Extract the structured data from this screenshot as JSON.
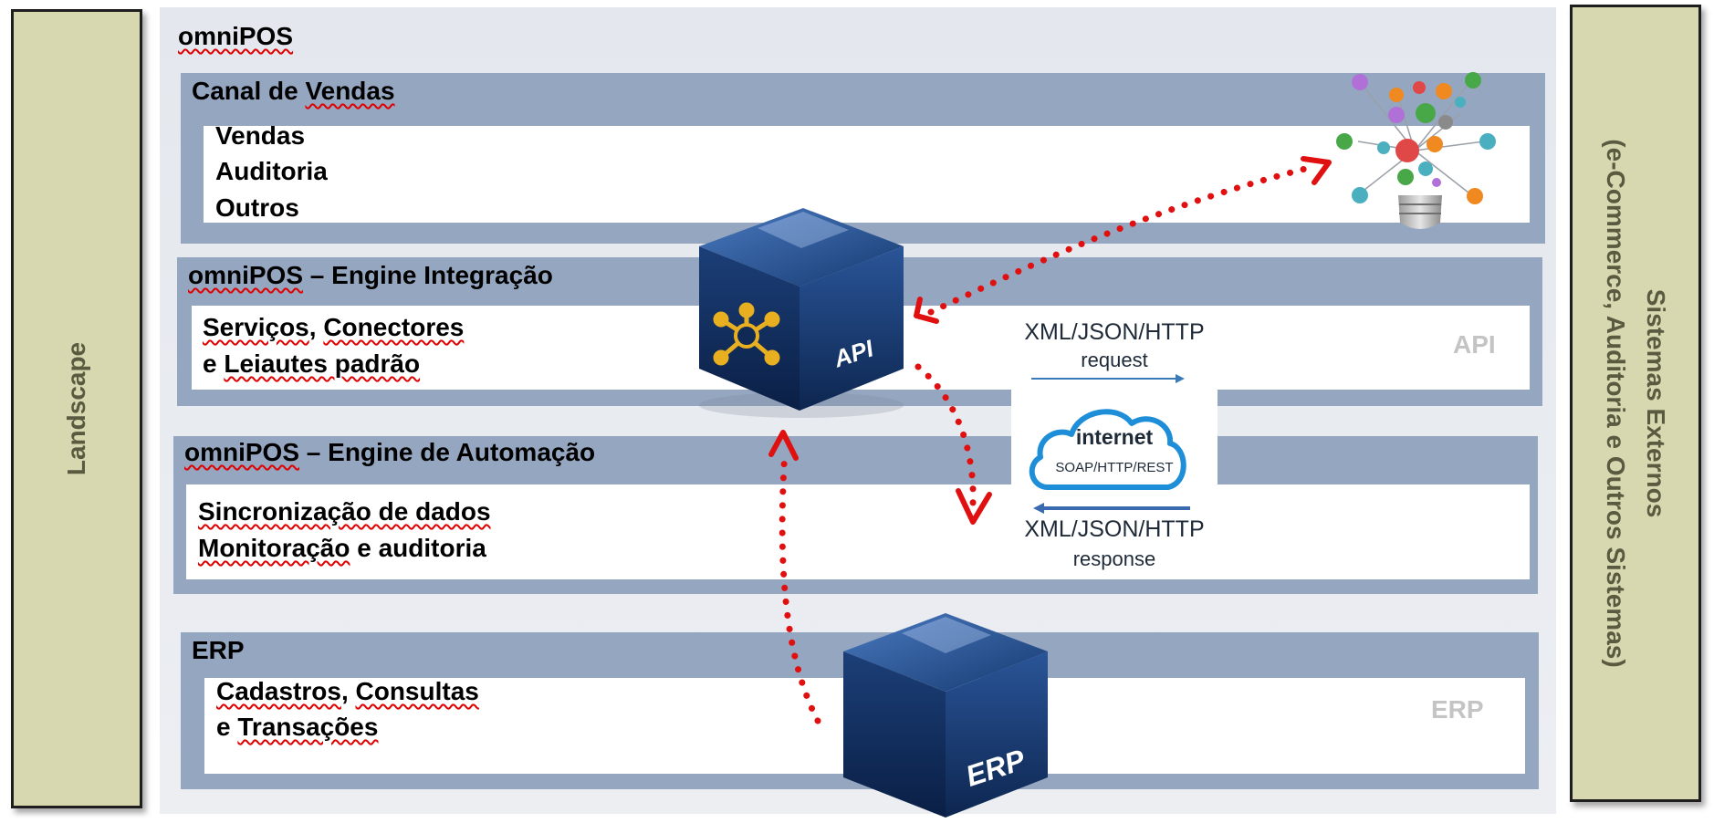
{
  "left_panel": {
    "label": "Landscape"
  },
  "right_panel": {
    "line1": "Sistemas Externos",
    "line2": "(e-Commerce, Auditoria e Outros Sistemas)"
  },
  "omnipos": {
    "title": "omniPOS"
  },
  "canal": {
    "title_word1": "Canal de",
    "title_word2": "Vendas",
    "items": [
      "Vendas",
      "Auditoria",
      "Outros"
    ]
  },
  "integracao": {
    "title_word1": "omniPOS",
    "title_rest": " – Engine Integração",
    "line1_a": "Serviços",
    "line1_b": ", ",
    "line1_c": "Conectores",
    "line2_a": "e ",
    "line2_b": "Leiautes padrão",
    "ghost": "API"
  },
  "automacao": {
    "title_word1": "omniPOS",
    "title_rest": " – Engine de Automação",
    "line1": "Sincronização de dados",
    "line2_a": "Monitoração",
    "line2_b": " e auditoria"
  },
  "erp": {
    "title": "ERP",
    "line1_a": "Cadastros",
    "line1_b": ", ",
    "line1_c": "Consultas",
    "line2_a": "e ",
    "line2_b": "Transações",
    "ghost": "ERP"
  },
  "api_cube": {
    "label": "API"
  },
  "erp_cube": {
    "label": "ERP"
  },
  "http_note": {
    "request_line1": "XML/JSON/HTTP",
    "request_line2": "request",
    "cloud_title": "internet",
    "cloud_subtitle": "SOAP/HTTP/REST",
    "response_line1": "XML/JSON/HTTP",
    "response_line2": "response"
  },
  "colors": {
    "arrow": "#e01010",
    "band": "#95a7c0",
    "side_panel": "#d8d8b0",
    "cube": "#0f2a55",
    "cloud": "#1e8ed8"
  }
}
